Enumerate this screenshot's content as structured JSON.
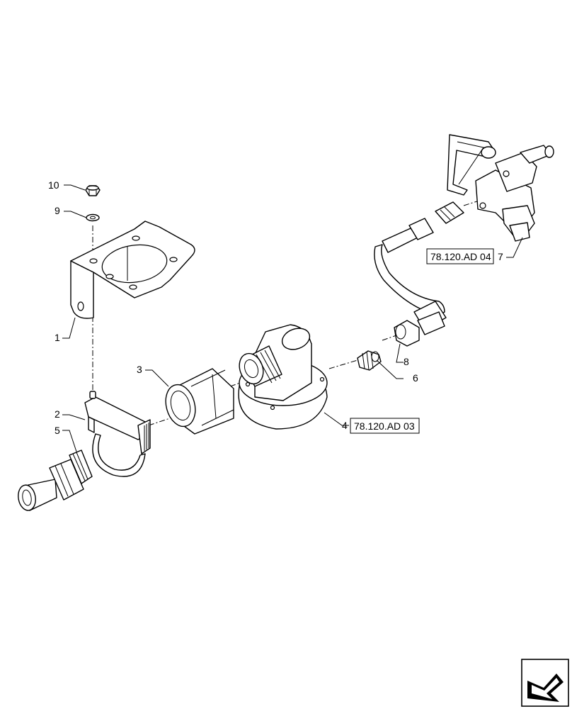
{
  "callouts": {
    "c1": "1",
    "c2": "2",
    "c3": "3",
    "c4": "4",
    "c5": "5",
    "c6": "6",
    "c7": "7",
    "c8": "8",
    "c9": "9",
    "c10": "10"
  },
  "references": {
    "ref_ad04": "78.120.AD 04",
    "ref_ad03": "78.120.AD 03"
  },
  "nav": {
    "icon": "next-page-arrow-icon"
  }
}
